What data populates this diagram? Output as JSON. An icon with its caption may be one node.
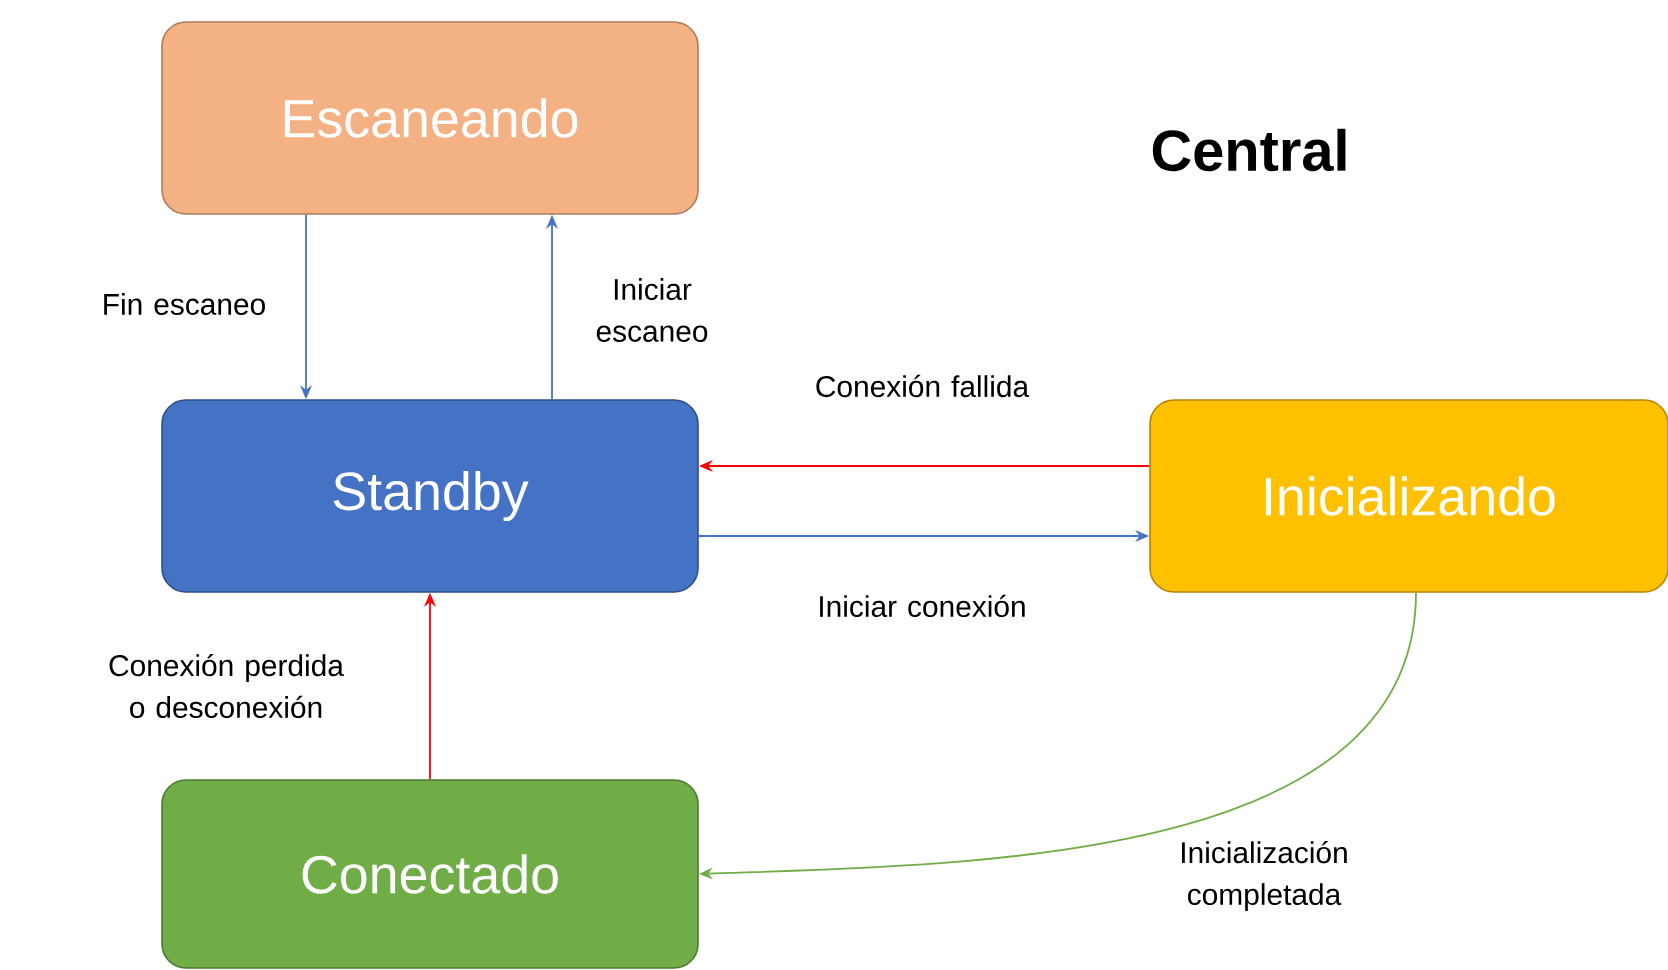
{
  "diagram": {
    "nodes": [
      {
        "text": [
          "Escaneando"
        ]
      },
      {
        "text": [
          "Standby"
        ]
      },
      {
        "text": [
          "Inicializando"
        ]
      },
      {
        "text": [
          "Conectado"
        ]
      }
    ],
    "edges": [
      {
        "from": 0,
        "to": 1,
        "arrow": "to",
        "label": "Fin escaneo"
      },
      {
        "from": 1,
        "to": 0,
        "arrow": "to",
        "label": "Iniciar escaneo"
      },
      {
        "from": 2,
        "to": 1,
        "arrow": "to",
        "label": "Conexión fallida",
        "color": "#ff0000"
      },
      {
        "from": 1,
        "to": 2,
        "arrow": "to",
        "label": "Iniciar conexión"
      },
      {
        "from": 3,
        "to": 1,
        "arrow": "to",
        "label": "Conexión perdida o desconexión",
        "color": "#ff0000"
      },
      {
        "from": 2,
        "to": 3,
        "arrow": "to",
        "label": "Inicialización completada",
        "color": "#70ad47"
      }
    ],
    "title": "Central"
  }
}
